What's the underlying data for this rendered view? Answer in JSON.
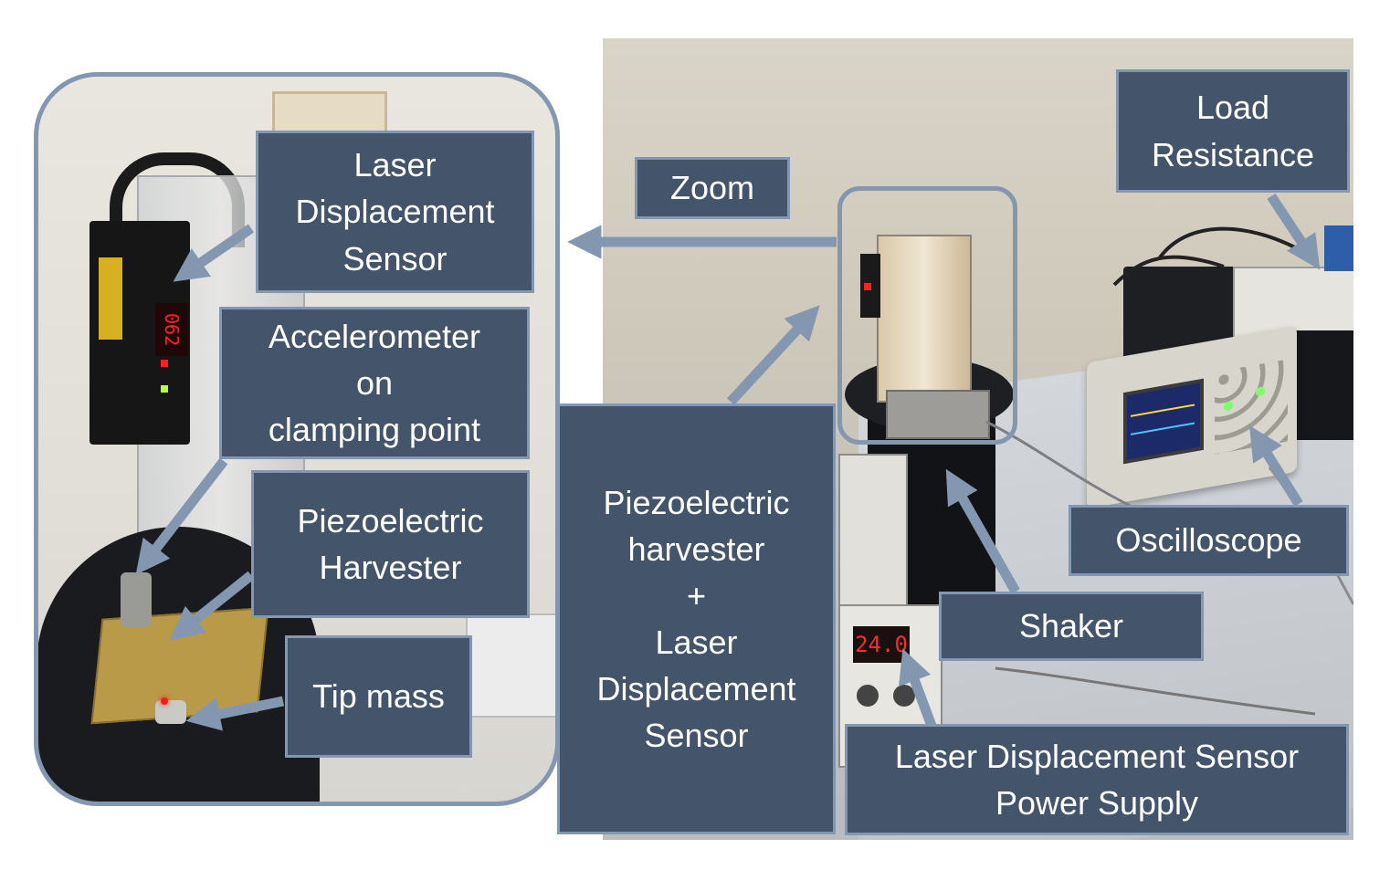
{
  "labels": {
    "zoom": [
      "Zoom"
    ],
    "laser_sensor": [
      "Laser",
      "Displacement",
      "Sensor"
    ],
    "accelerometer": [
      "Accelerometer",
      "on",
      "clamping point"
    ],
    "piezo_harvester": [
      "Piezoelectric",
      "Harvester"
    ],
    "tip_mass": [
      "Tip mass"
    ],
    "combo": [
      "Piezoelectric",
      "harvester",
      "+",
      "Laser",
      "Displacement",
      "Sensor"
    ],
    "load_resistance": [
      "Load",
      "Resistance"
    ],
    "oscilloscope": [
      "Oscilloscope"
    ],
    "shaker": [
      "Shaker"
    ],
    "power_supply": [
      "Laser Displacement Sensor",
      "Power Supply"
    ]
  },
  "displays": {
    "sensor_readout": "062",
    "power_supply_readout": "24.0"
  },
  "colors": {
    "label_fill": "#44546a",
    "label_border": "#8497b0",
    "arrow": "#8497b0",
    "frame": "#8497b0",
    "led_red": "#ff2020",
    "scope_screen": "#1d2a6a"
  }
}
